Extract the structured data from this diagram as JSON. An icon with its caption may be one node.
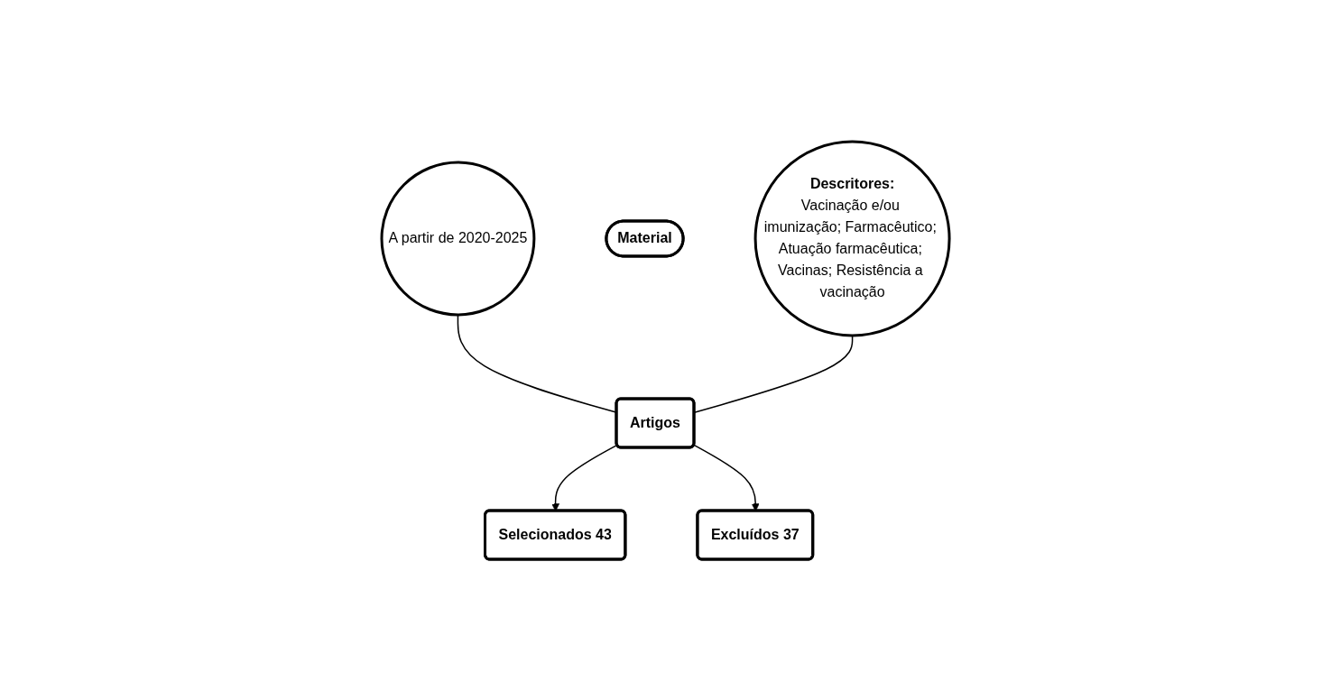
{
  "diagram": {
    "nodes": [
      {
        "text": [
          "A partir de 2020-2025"
        ]
      },
      {
        "text": [
          "Material"
        ]
      },
      {
        "text": [
          "Descritores:",
          "Vacinação e/ou imunização; Farmacêutico; Atuação farmacêutica; Vacinas; Resistência a vacinação"
        ]
      },
      {
        "text": [
          "Artigos"
        ]
      },
      {
        "text": [
          "Selecionados 43"
        ]
      },
      {
        "text": [
          "Excluídos 37"
        ]
      }
    ],
    "edges": [
      {
        "from": 0,
        "to": 3,
        "arrow": "none"
      },
      {
        "from": 2,
        "to": 3,
        "arrow": "none"
      },
      {
        "from": 3,
        "to": 4,
        "arrow": "to"
      },
      {
        "from": 3,
        "to": 5,
        "arrow": "to"
      }
    ]
  }
}
